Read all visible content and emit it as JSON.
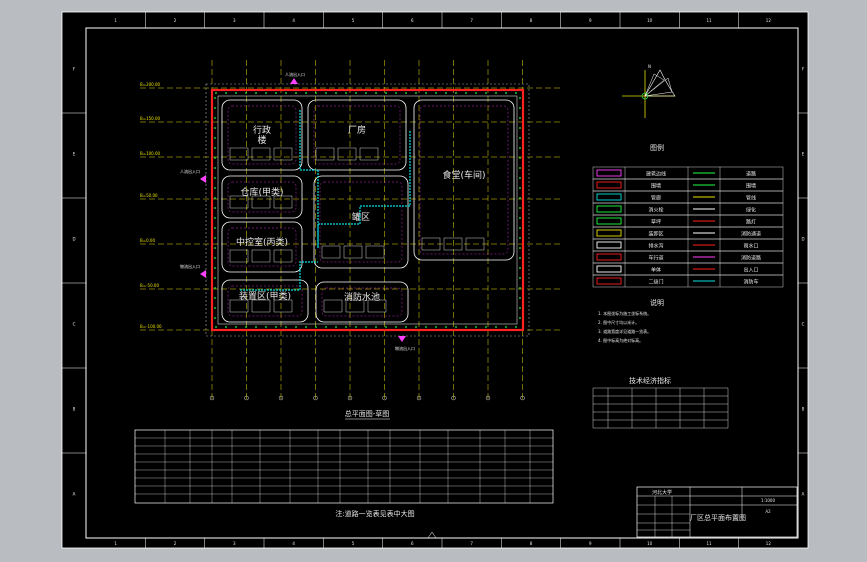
{
  "drawing": {
    "title_main": "注:道路一览表见表中大图",
    "plan_caption": "总平面图-草图",
    "legend_title": "图例",
    "notes_title": "说明",
    "area_table_title": "技术经济指标",
    "north_label": "N"
  },
  "colors": {
    "background": "#b9bcc1",
    "sheet": "#000000",
    "frame": "#ffffff",
    "road_red": "#ff2020",
    "grid_yellow": "#e8e000",
    "pipe_cyan": "#00e0e0",
    "building": "#ffffff",
    "magenta": "#ff40ff",
    "green": "#20ff40"
  },
  "plan_blocks": [
    {
      "id": "b1",
      "label": "行政",
      "sub": "楼"
    },
    {
      "id": "b2",
      "label": "厂房",
      "sub": ""
    },
    {
      "id": "b3",
      "label": "食堂(车间)",
      "sub": ""
    },
    {
      "id": "b4",
      "label": "仓库(甲类)",
      "sub": ""
    },
    {
      "id": "b5",
      "label": "中控室(丙类)",
      "sub": ""
    },
    {
      "id": "b6",
      "label": "罐区",
      "sub": ""
    },
    {
      "id": "b7",
      "label": "消防水池",
      "sub": ""
    },
    {
      "id": "b8",
      "label": "装置区(甲类)",
      "sub": ""
    }
  ],
  "gate_labels": [
    "人流出入口",
    "物流出入口",
    "人流出入口",
    "物流出入口"
  ],
  "legend_rows": [
    [
      "建筑边线",
      "道路"
    ],
    [
      "围墙",
      "围墙"
    ],
    [
      "管廊",
      "管线"
    ],
    [
      "消火栓",
      "绿化"
    ],
    [
      "草坪",
      "路灯"
    ],
    [
      "装卸区",
      "消防通道"
    ],
    [
      "排水沟",
      "雨水口"
    ],
    [
      "车行道",
      "消防道路"
    ],
    [
      "单体",
      "出入口"
    ],
    [
      "二级门",
      "消防车"
    ]
  ],
  "notes": [
    "1. 本图坐标为施工坐标系统。",
    "2. 图中尺寸均以米计。",
    "3. 道路宽度详见道路一览表。",
    "4. 图中标高为绝对标高。"
  ],
  "elevations": [
    "B=200.00",
    "B=150.00",
    "B=100.00",
    "B=50.00",
    "B=0.00",
    "B=-50.00",
    "B=-100.00"
  ],
  "border_numbers_top": [
    "1",
    "2",
    "3",
    "4",
    "5",
    "6",
    "7",
    "8",
    "9",
    "10",
    "11",
    "12"
  ],
  "border_letters": [
    "A",
    "B",
    "C",
    "D",
    "E",
    "F"
  ],
  "title_block": {
    "company": "河北大学",
    "drawing_name": "厂区总平面布置图",
    "scale": "1:1000",
    "sheet": "A2"
  }
}
